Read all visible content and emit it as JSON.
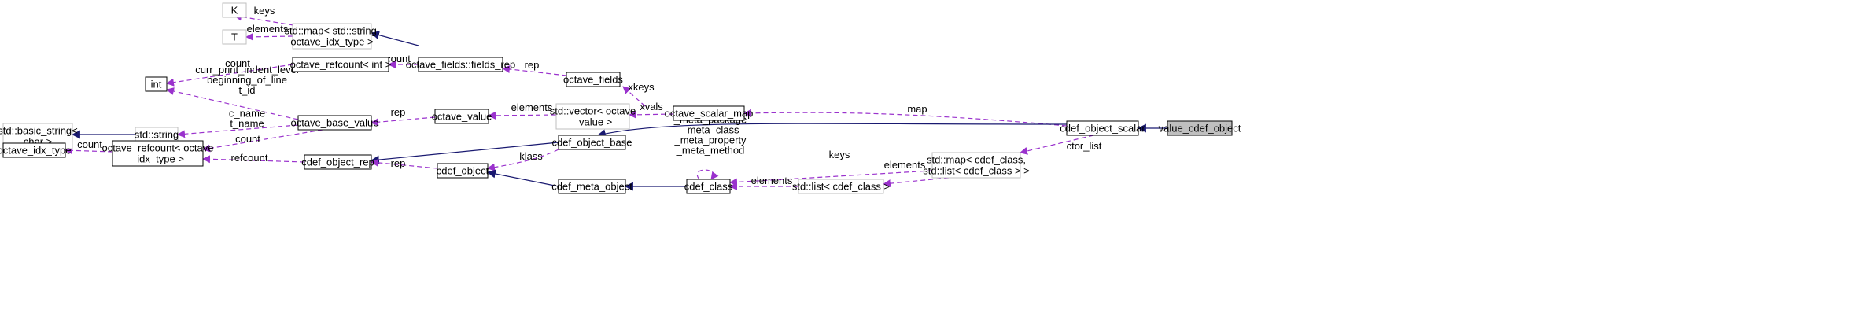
{
  "nodes": {
    "K": [
      "K"
    ],
    "T": [
      "T"
    ],
    "map_str": [
      "std::map< std::string,",
      "octave_idx_type >"
    ],
    "int": [
      "int"
    ],
    "refcount_int": [
      "octave_refcount< int >"
    ],
    "fields_rep": [
      "octave_fields::fields_rep"
    ],
    "octave_fields": [
      "octave_fields"
    ],
    "basic_string": [
      "std::basic_string<",
      "char >"
    ],
    "std_string": [
      "std::string"
    ],
    "octave_base_value": [
      "octave_base_value"
    ],
    "octave_value": [
      "octave_value"
    ],
    "vector_ov": [
      "std::vector< octave",
      "_value >"
    ],
    "octave_scalar_map": [
      "octave_scalar_map"
    ],
    "octave_idx_type": [
      "octave_idx_type"
    ],
    "refcount_idx": [
      "octave_refcount< octave",
      "_idx_type >"
    ],
    "cdef_object_rep": [
      "cdef_object_rep"
    ],
    "cdef_object_base": [
      "cdef_object_base"
    ],
    "cdef_object": [
      "cdef_object"
    ],
    "cdef_meta_object": [
      "cdef_meta_object"
    ],
    "cdef_class": [
      "cdef_class"
    ],
    "list_cc": [
      "std::list< cdef_class >"
    ],
    "map_cc": [
      "std::map< cdef_class,",
      "std::list< cdef_class > >"
    ],
    "cdef_object_scalar": [
      "cdef_object_scalar"
    ],
    "value_cdef_object": [
      "value_cdef_object"
    ]
  },
  "edge_labels": {
    "keys_top": "keys",
    "elements_top": "elements",
    "count_refint": "count",
    "count_fields": "count",
    "rep_fields": "rep",
    "xkeys": "xkeys",
    "print_indent": [
      "curr_print_indent_level",
      "beginning_of_line",
      "t_id"
    ],
    "names": [
      "c_name",
      "t_name"
    ],
    "rep_ov": "rep",
    "elements_vec": "elements",
    "xvals": "xvals",
    "map": "map",
    "count_obv": "count",
    "count_idx": "count",
    "refcount": "refcount",
    "rep_obj": "rep",
    "klass": "klass",
    "ctor_list": "ctor_list",
    "meta_self": [
      "_meta_package",
      "_meta_class",
      "_meta_property",
      "_meta_method"
    ],
    "keys_cc": "keys",
    "elements_list": "elements",
    "elements_map": "elements"
  },
  "colors": {
    "usage_edge": "#9a32cd",
    "inheritance_edge": "#191970",
    "external_border": "#bfbfbf",
    "focus_fill": "#bfbfbf"
  }
}
